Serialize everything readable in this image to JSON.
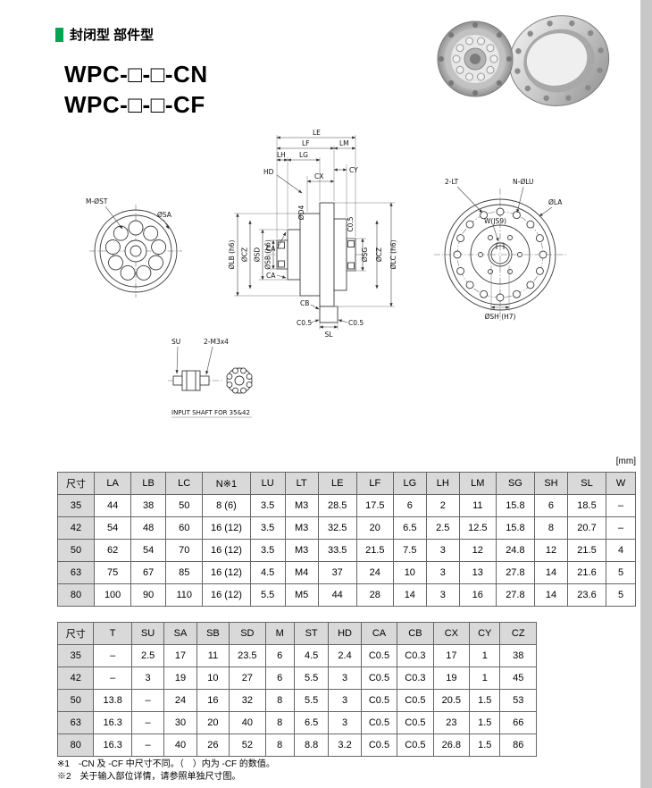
{
  "page": {
    "section_label": "封闭型 部件型",
    "model_line1": "WPC-□-□-CN",
    "model_line2": "WPC-□-□-CF",
    "unit_note": "[mm]",
    "accent_color": "#00a551",
    "footnote1": "※1　-CN 及 -CF 中尺寸不同。（　）内为 -CF 的数值。",
    "footnote2": "※2　关于输入部位详情，请参照单独尺寸图。"
  },
  "diagram": {
    "front": {
      "m_ost": "M-ØST",
      "sa": "ØSA"
    },
    "section": {
      "le": "LE",
      "lf": "LF",
      "lm": "LM",
      "lh": "LH",
      "lg": "LG",
      "cy": "CY",
      "cx": "CX",
      "hd": "HD",
      "lb": "ØLB (h6)",
      "cz_left": "ØCZ",
      "sd": "ØSD",
      "sb": "ØSB (h6)",
      "ca_top": "CA",
      "ca_bottom": "CA",
      "d4": "ØD4",
      "c05_hub": "C0.5",
      "sg": "ØSG",
      "cz_right": "ØCZ",
      "lc": "ØLC (h6)",
      "cb": "CB",
      "c05_left": "C0.5",
      "c05_right": "C0.5",
      "sl": "SL"
    },
    "side": {
      "lt": "2-LT",
      "lu": "N-ØLU",
      "la": "ØLA",
      "w": "W(JS9)",
      "sh": "ØSH (H7)"
    },
    "input_shaft": {
      "su": "SU",
      "m3": "2-M3x4",
      "caption": "INPUT SHAFT FOR 35&42"
    }
  },
  "table1": {
    "headers": [
      "尺寸",
      "LA",
      "LB",
      "LC",
      "N※1",
      "LU",
      "LT",
      "LE",
      "LF",
      "LG",
      "LH",
      "LM",
      "SG",
      "SH",
      "SL",
      "W"
    ],
    "rows": [
      [
        "35",
        "44",
        "38",
        "50",
        "8 (6)",
        "3.5",
        "M3",
        "28.5",
        "17.5",
        "6",
        "2",
        "11",
        "15.8",
        "6",
        "18.5",
        "–"
      ],
      [
        "42",
        "54",
        "48",
        "60",
        "16 (12)",
        "3.5",
        "M3",
        "32.5",
        "20",
        "6.5",
        "2.5",
        "12.5",
        "15.8",
        "8",
        "20.7",
        "–"
      ],
      [
        "50",
        "62",
        "54",
        "70",
        "16 (12)",
        "3.5",
        "M3",
        "33.5",
        "21.5",
        "7.5",
        "3",
        "12",
        "24.8",
        "12",
        "21.5",
        "4"
      ],
      [
        "63",
        "75",
        "67",
        "85",
        "16 (12)",
        "4.5",
        "M4",
        "37",
        "24",
        "10",
        "3",
        "13",
        "27.8",
        "14",
        "21.6",
        "5"
      ],
      [
        "80",
        "100",
        "90",
        "110",
        "16 (12)",
        "5.5",
        "M5",
        "44",
        "28",
        "14",
        "3",
        "16",
        "27.8",
        "14",
        "23.6",
        "5"
      ]
    ]
  },
  "table2": {
    "headers": [
      "尺寸",
      "T",
      "SU",
      "SA",
      "SB",
      "SD",
      "M",
      "ST",
      "HD",
      "CA",
      "CB",
      "CX",
      "CY",
      "CZ"
    ],
    "rows": [
      [
        "35",
        "–",
        "2.5",
        "17",
        "11",
        "23.5",
        "6",
        "4.5",
        "2.4",
        "C0.5",
        "C0.3",
        "17",
        "1",
        "38"
      ],
      [
        "42",
        "–",
        "3",
        "19",
        "10",
        "27",
        "6",
        "5.5",
        "3",
        "C0.5",
        "C0.3",
        "19",
        "1",
        "45"
      ],
      [
        "50",
        "13.8",
        "–",
        "24",
        "16",
        "32",
        "8",
        "5.5",
        "3",
        "C0.5",
        "C0.5",
        "20.5",
        "1.5",
        "53"
      ],
      [
        "63",
        "16.3",
        "–",
        "30",
        "20",
        "40",
        "8",
        "6.5",
        "3",
        "C0.5",
        "C0.5",
        "23",
        "1.5",
        "66"
      ],
      [
        "80",
        "16.3",
        "–",
        "40",
        "26",
        "52",
        "8",
        "8.8",
        "3.2",
        "C0.5",
        "C0.5",
        "26.8",
        "1.5",
        "86"
      ]
    ]
  }
}
